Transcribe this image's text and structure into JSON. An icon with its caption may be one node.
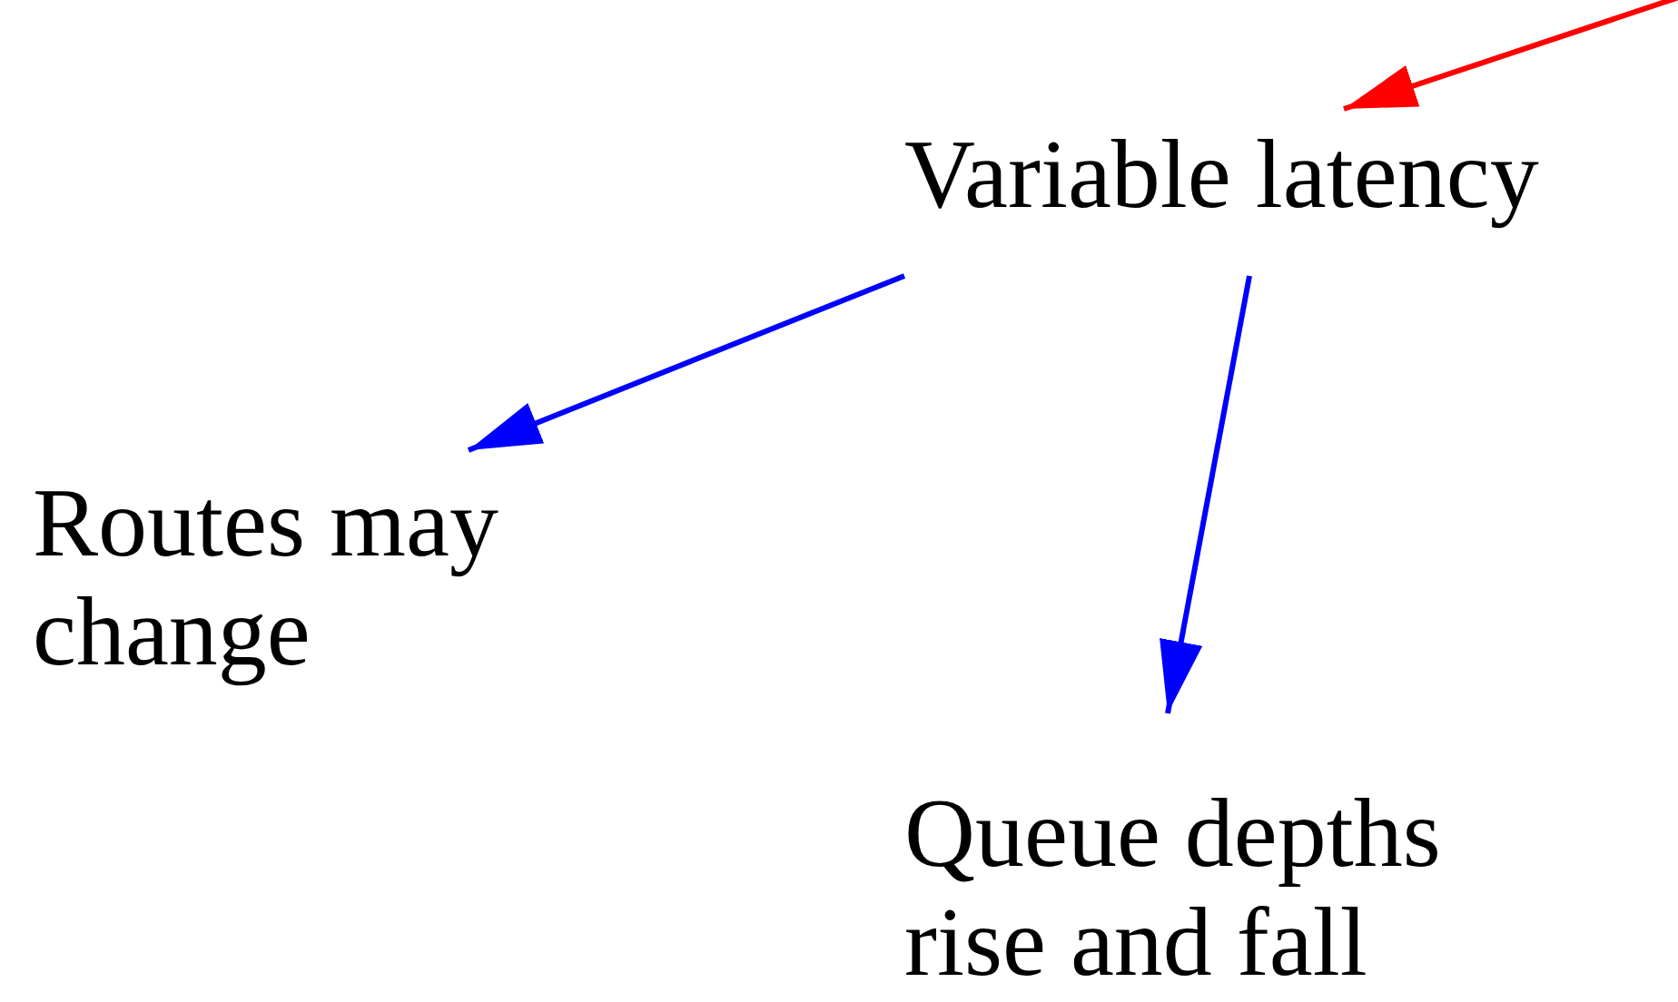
{
  "diagram": {
    "nodes": [
      {
        "text": [
          "Variable latency"
        ]
      },
      {
        "text": [
          "Routes may change"
        ]
      },
      {
        "text": [
          "Queue depths rise and fall"
        ]
      }
    ],
    "edges": [
      {
        "from": null,
        "to": 0,
        "arrow": "to",
        "color": "#ff0000"
      },
      {
        "from": 0,
        "to": 1,
        "arrow": "to"
      },
      {
        "from": 0,
        "to": 2,
        "arrow": "to"
      }
    ]
  }
}
